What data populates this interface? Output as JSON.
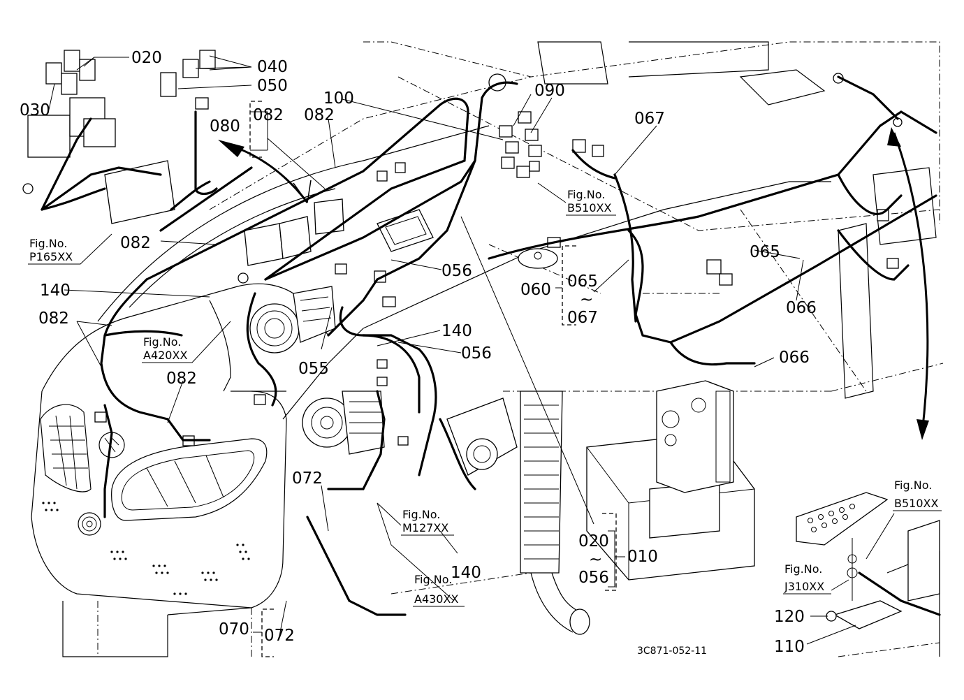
{
  "diagram": {
    "drawing_code": "3C871-052-11",
    "callouts": {
      "c020_top": "020",
      "c030": "030",
      "c040": "040",
      "c050": "050",
      "c080": "080",
      "c082_a": "082",
      "c082_b": "082",
      "c082_c": "082",
      "c082_d": "082",
      "c082_e": "082",
      "c100": "100",
      "c090": "090",
      "c067_a": "067",
      "c140_a": "140",
      "c140_b": "140",
      "c140_c": "140",
      "c056_a": "056",
      "c056_b": "056",
      "c056_c": "056",
      "c060": "060",
      "c065_a": "065",
      "c065_b": "065",
      "c067_b": "067",
      "c066_a": "066",
      "c066_b": "066",
      "c055": "055",
      "c072_a": "072",
      "c072_b": "072",
      "c070": "070",
      "c020_b": "020",
      "c010": "010",
      "c120": "120",
      "c110": "110",
      "tilde_a": "~",
      "tilde_b": "~"
    },
    "fig_refs": [
      {
        "prefix": "Fig.No.",
        "code": "P165XX"
      },
      {
        "prefix": "Fig.No.",
        "code": "A420XX"
      },
      {
        "prefix": "Fig.No.",
        "code": "B510XX"
      },
      {
        "prefix": "Fig.No.",
        "code": "M127XX"
      },
      {
        "prefix": "Fig.No.",
        "code": "A430XX"
      },
      {
        "prefix": "Fig.No.",
        "code": "B510XX"
      },
      {
        "prefix": "Fig.No.",
        "code": "J310XX"
      }
    ]
  }
}
